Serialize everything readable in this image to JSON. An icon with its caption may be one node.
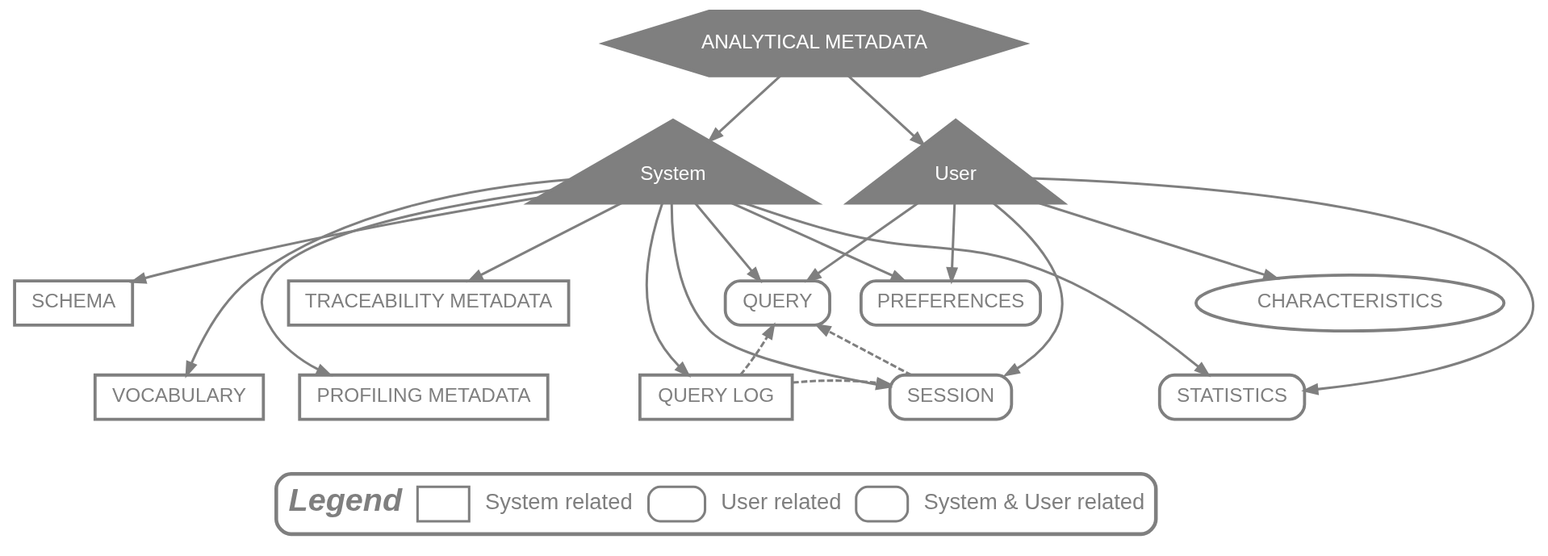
{
  "diagram": {
    "nodes": [
      {
        "text": [
          "ANALYTICAL METADATA"
        ]
      },
      {
        "text": [
          "System"
        ]
      },
      {
        "text": [
          "User"
        ]
      },
      {
        "text": [
          "VOCABULARY"
        ]
      },
      {
        "text": [
          "SCHEMA"
        ]
      },
      {
        "text": [
          "PROFILING METADATA"
        ]
      },
      {
        "text": [
          "TRACEABILITY METADATA"
        ]
      },
      {
        "text": [
          "QUERY LOG"
        ]
      },
      {
        "text": [
          "QUERY"
        ]
      },
      {
        "text": [
          "SESSION"
        ]
      },
      {
        "text": [
          "PREFERENCES"
        ]
      },
      {
        "text": [
          "STATISTICS"
        ]
      },
      {
        "text": [
          "CHARACTERISTICS"
        ]
      }
    ],
    "edges": [
      {
        "from": 0,
        "to": 1,
        "arrow": "to"
      },
      {
        "from": 0,
        "to": 2,
        "arrow": "to"
      },
      {
        "from": 1,
        "to": 3,
        "arrow": "to"
      },
      {
        "from": 1,
        "to": 4,
        "arrow": "to"
      },
      {
        "from": 1,
        "to": 5,
        "arrow": "to"
      },
      {
        "from": 1,
        "to": 6,
        "arrow": "to"
      },
      {
        "from": 1,
        "to": 7,
        "arrow": "to"
      },
      {
        "from": 1,
        "to": 8,
        "arrow": "to"
      },
      {
        "from": 2,
        "to": 8,
        "arrow": "to"
      },
      {
        "from": 1,
        "to": 9,
        "arrow": "to"
      },
      {
        "from": 2,
        "to": 9,
        "arrow": "to"
      },
      {
        "from": 1,
        "to": 10,
        "arrow": "to"
      },
      {
        "from": 2,
        "to": 10,
        "arrow": "to"
      },
      {
        "from": 1,
        "to": 11,
        "arrow": "to"
      },
      {
        "from": 2,
        "to": 11,
        "arrow": "to"
      },
      {
        "from": 2,
        "to": 12,
        "arrow": "to"
      },
      {
        "from": 7,
        "to": 8,
        "arrow": "to",
        "style": "dashed"
      },
      {
        "from": 9,
        "to": 8,
        "arrow": "to",
        "style": "dashed"
      },
      {
        "from": 7,
        "to": 9,
        "arrow": "to",
        "style": "dashed"
      }
    ],
    "labels": [
      "Legend"
    ],
    "legend": [
      {
        "text": "System related"
      },
      {
        "text": "User related"
      },
      {
        "text": "System & User related"
      }
    ]
  }
}
